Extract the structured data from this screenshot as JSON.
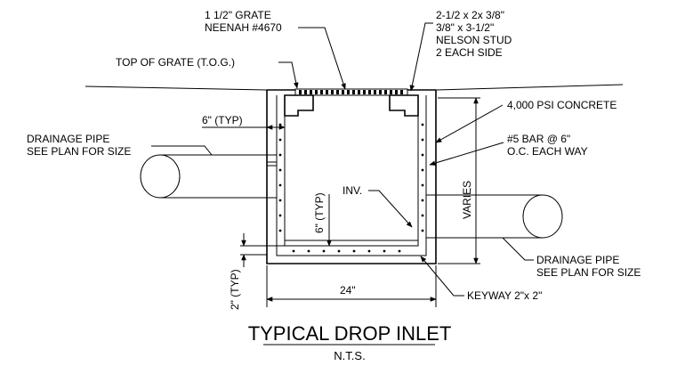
{
  "labels": {
    "grate_line1": "1 1/2\" GRATE",
    "grate_line2": "NEENAH #4670",
    "angle_line1": "2-1/2 x 2x 3/8\"",
    "angle_line2": "3/8\" x 3-1/2\"",
    "angle_line3": "NELSON STUD",
    "angle_line4": "2 EACH SIDE",
    "top_of_grate": "TOP OF GRATE (T.O.G.)",
    "concrete": "4,000 PSI CONCRETE",
    "wall_thickness": "6\" (TYP)",
    "pipe_left_line1": "DRAINAGE PIPE",
    "pipe_left_line2": "SEE PLAN FOR SIZE",
    "rebar_line1": "#5 BAR @ 6\"",
    "rebar_line2": "O.C. EACH WAY",
    "inv": "INV.",
    "floor_thickness": "6\" (TYP)",
    "varies": "VARIES",
    "pipe_right_line1": "DRAINAGE PIPE",
    "pipe_right_line2": "SEE PLAN FOR SIZE",
    "keyway_offset": "2\" (TYP)",
    "width": "24\"",
    "keyway": "KEYWAY 2\"x 2\""
  },
  "title": {
    "main": "TYPICAL DROP INLET",
    "scale": "N.T.S."
  }
}
